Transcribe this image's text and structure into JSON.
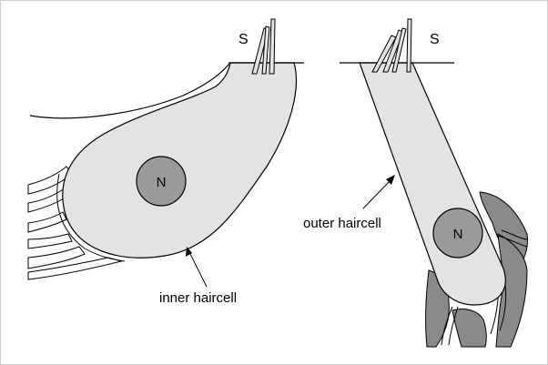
{
  "labels": {
    "stereocilia_left": "S",
    "stereocilia_right": "S",
    "nucleus_left": "N",
    "nucleus_right": "N",
    "inner_haircell": "inner haircell",
    "outer_haircell": "outer haircell"
  },
  "colors": {
    "cell_fill": "#e3e3e3",
    "nucleus_fill": "#9a9a9a",
    "support_fill": "#8a8a8a",
    "stroke": "#000000"
  }
}
